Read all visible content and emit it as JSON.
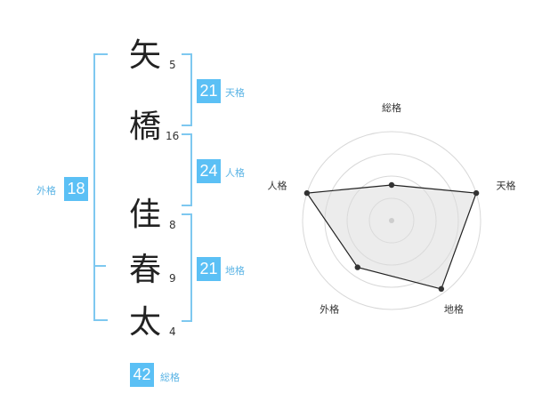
{
  "name": {
    "characters": [
      {
        "char": "矢",
        "strokes": "5"
      },
      {
        "char": "橋",
        "strokes": "16"
      },
      {
        "char": "佳",
        "strokes": "8"
      },
      {
        "char": "春",
        "strokes": "9"
      },
      {
        "char": "太",
        "strokes": "4"
      }
    ]
  },
  "kaku": {
    "tenkaku": {
      "value": "21",
      "label": "天格"
    },
    "jinkaku": {
      "value": "24",
      "label": "人格"
    },
    "chikaku": {
      "value": "21",
      "label": "地格"
    },
    "gaikaku": {
      "value": "18",
      "label": "外格"
    },
    "soukaku": {
      "value": "42",
      "label": "総格"
    }
  },
  "colors": {
    "accent": "#5bc0f5",
    "bracket": "#7ec8f0"
  },
  "chart_data": {
    "type": "radar",
    "axes": [
      "総格",
      "天格",
      "地格",
      "外格",
      "人格"
    ],
    "values": [
      0.4,
      1.0,
      0.95,
      0.65,
      1.0
    ],
    "rings": 4,
    "grid": true
  }
}
